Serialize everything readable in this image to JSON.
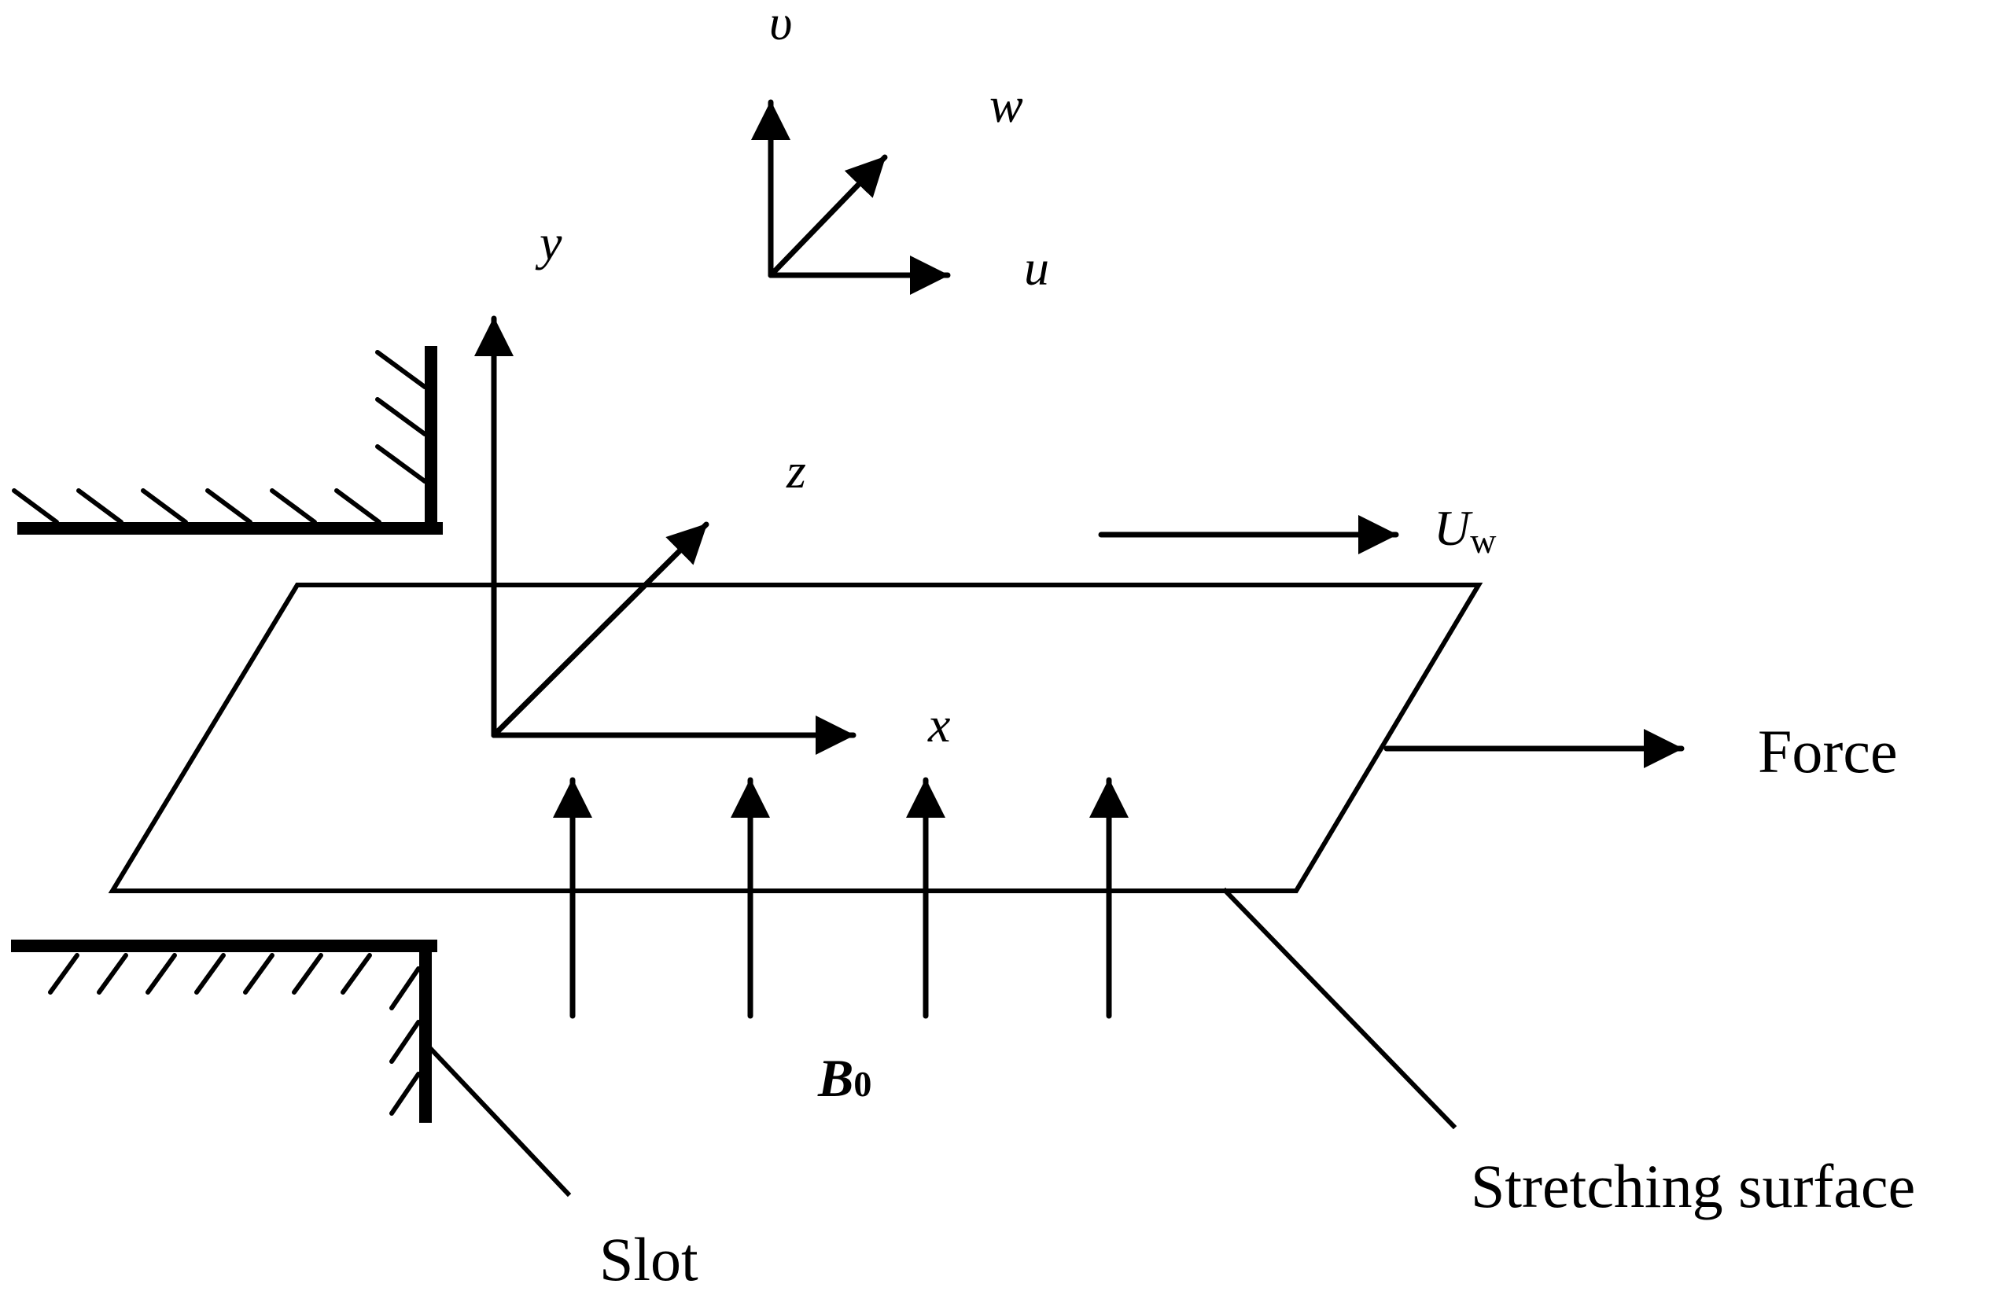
{
  "labels": {
    "velocity": {
      "v": "υ",
      "w": "w",
      "u": "u"
    },
    "axes": {
      "y": "y",
      "z": "z",
      "x": "x"
    },
    "wall_velocity": {
      "symbol": "U",
      "subscript": "w"
    },
    "force": "Force",
    "magnetic_field": {
      "symbol": "B",
      "subscript": "0"
    },
    "stretching_surface": "Stretching surface",
    "slot": "Slot"
  },
  "colors": {
    "ink": "#000000",
    "background": "#ffffff"
  }
}
